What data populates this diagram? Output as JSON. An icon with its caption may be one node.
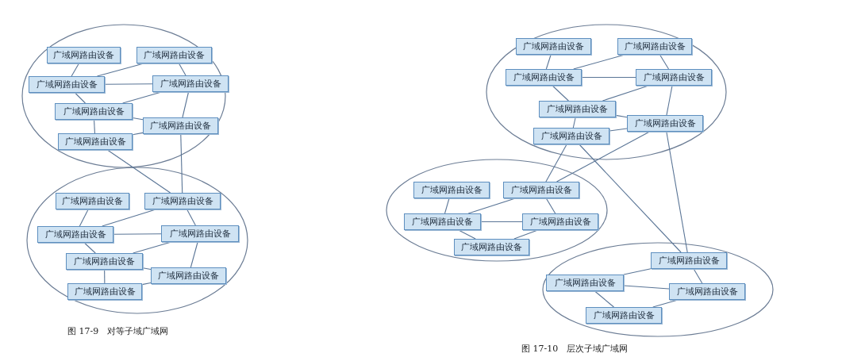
{
  "diagram": {
    "nodes": [
      {
        "text": [],
        "shape": "ellipse"
      },
      {
        "text": [
          "广域网路由设备"
        ],
        "in": 0
      },
      {
        "text": [
          "广域网路由设备"
        ],
        "in": 0
      },
      {
        "text": [
          "广域网路由设备"
        ],
        "in": 0
      },
      {
        "text": [
          "广域网路由设备"
        ],
        "in": 0
      },
      {
        "text": [
          "广域网路由设备"
        ],
        "in": 0
      },
      {
        "text": [
          "广域网路由设备"
        ],
        "in": 0
      },
      {
        "text": [
          "广域网路由设备"
        ],
        "in": 0
      },
      {
        "text": [],
        "shape": "ellipse"
      },
      {
        "text": [
          "广域网路由设备"
        ],
        "in": 8
      },
      {
        "text": [
          "广域网路由设备"
        ],
        "in": 8
      },
      {
        "text": [
          "广域网路由设备"
        ],
        "in": 8
      },
      {
        "text": [
          "广域网路由设备"
        ],
        "in": 8
      },
      {
        "text": [
          "广域网路由设备"
        ],
        "in": 8
      },
      {
        "text": [
          "广域网路由设备"
        ],
        "in": 8
      },
      {
        "text": [
          "广域网路由设备"
        ],
        "in": 8
      },
      {
        "text": [],
        "shape": "ellipse"
      },
      {
        "text": [
          "广域网路由设备"
        ],
        "in": 16
      },
      {
        "text": [
          "广域网路由设备"
        ],
        "in": 16
      },
      {
        "text": [
          "广域网路由设备"
        ],
        "in": 16
      },
      {
        "text": [
          "广域网路由设备"
        ],
        "in": 16
      },
      {
        "text": [
          "广域网路由设备"
        ],
        "in": 16
      },
      {
        "text": [
          "广域网路由设备"
        ],
        "in": 16
      },
      {
        "text": [
          "广域网路由设备"
        ],
        "in": 16
      },
      {
        "text": [],
        "shape": "ellipse"
      },
      {
        "text": [
          "广域网路由设备"
        ],
        "in": 24
      },
      {
        "text": [
          "广域网路由设备"
        ],
        "in": 24
      },
      {
        "text": [
          "广域网路由设备"
        ],
        "in": 24
      },
      {
        "text": [
          "广域网路由设备"
        ],
        "in": 24
      },
      {
        "text": [
          "广域网路由设备"
        ],
        "in": 24
      },
      {
        "text": [],
        "shape": "ellipse"
      },
      {
        "text": [
          "广域网路由设备"
        ],
        "in": 30
      },
      {
        "text": [
          "广域网路由设备"
        ],
        "in": 30
      },
      {
        "text": [
          "广域网路由设备"
        ],
        "in": 30
      },
      {
        "text": [
          "广域网路由设备"
        ],
        "in": 30
      }
    ],
    "edges": [
      {
        "from": 1,
        "to": 3,
        "arrow": "none"
      },
      {
        "from": 2,
        "to": 3,
        "arrow": "none"
      },
      {
        "from": 3,
        "to": 4,
        "arrow": "none"
      },
      {
        "from": 2,
        "to": 4,
        "arrow": "none"
      },
      {
        "from": 3,
        "to": 5,
        "arrow": "none"
      },
      {
        "from": 4,
        "to": 5,
        "arrow": "none"
      },
      {
        "from": 5,
        "to": 7,
        "arrow": "none"
      },
      {
        "from": 5,
        "to": 6,
        "arrow": "none"
      },
      {
        "from": 7,
        "to": 6,
        "arrow": "none"
      },
      {
        "from": 4,
        "to": 6,
        "arrow": "none"
      },
      {
        "from": 9,
        "to": 11,
        "arrow": "none"
      },
      {
        "from": 10,
        "to": 11,
        "arrow": "none"
      },
      {
        "from": 11,
        "to": 12,
        "arrow": "none"
      },
      {
        "from": 10,
        "to": 12,
        "arrow": "none"
      },
      {
        "from": 11,
        "to": 13,
        "arrow": "none"
      },
      {
        "from": 12,
        "to": 13,
        "arrow": "none"
      },
      {
        "from": 13,
        "to": 15,
        "arrow": "none"
      },
      {
        "from": 13,
        "to": 14,
        "arrow": "none"
      },
      {
        "from": 15,
        "to": 14,
        "arrow": "none"
      },
      {
        "from": 12,
        "to": 14,
        "arrow": "none"
      },
      {
        "from": 6,
        "to": 10,
        "arrow": "none"
      },
      {
        "from": 7,
        "to": 10,
        "arrow": "none"
      },
      {
        "from": 17,
        "to": 19,
        "arrow": "none"
      },
      {
        "from": 18,
        "to": 19,
        "arrow": "none"
      },
      {
        "from": 19,
        "to": 20,
        "arrow": "none"
      },
      {
        "from": 18,
        "to": 20,
        "arrow": "none"
      },
      {
        "from": 19,
        "to": 21,
        "arrow": "none"
      },
      {
        "from": 20,
        "to": 21,
        "arrow": "none"
      },
      {
        "from": 21,
        "to": 23,
        "arrow": "none"
      },
      {
        "from": 21,
        "to": 22,
        "arrow": "none"
      },
      {
        "from": 23,
        "to": 22,
        "arrow": "none"
      },
      {
        "from": 20,
        "to": 22,
        "arrow": "none"
      },
      {
        "from": 25,
        "to": 27,
        "arrow": "none"
      },
      {
        "from": 26,
        "to": 27,
        "arrow": "none"
      },
      {
        "from": 26,
        "to": 28,
        "arrow": "none"
      },
      {
        "from": 27,
        "to": 28,
        "arrow": "none"
      },
      {
        "from": 27,
        "to": 29,
        "arrow": "none"
      },
      {
        "from": 28,
        "to": 29,
        "arrow": "none"
      },
      {
        "from": 23,
        "to": 26,
        "arrow": "none"
      },
      {
        "from": 22,
        "to": 26,
        "arrow": "none"
      },
      {
        "from": 23,
        "to": 31,
        "arrow": "none"
      },
      {
        "from": 22,
        "to": 31,
        "arrow": "none"
      },
      {
        "from": 31,
        "to": 32,
        "arrow": "none"
      },
      {
        "from": 31,
        "to": 33,
        "arrow": "none"
      },
      {
        "from": 32,
        "to": 33,
        "arrow": "none"
      },
      {
        "from": 32,
        "to": 34,
        "arrow": "none"
      },
      {
        "from": 34,
        "to": 33,
        "arrow": "none"
      }
    ],
    "labels": [
      "图 17-9　对等子域广域网",
      "图 17-10　层次子域广域网"
    ]
  }
}
